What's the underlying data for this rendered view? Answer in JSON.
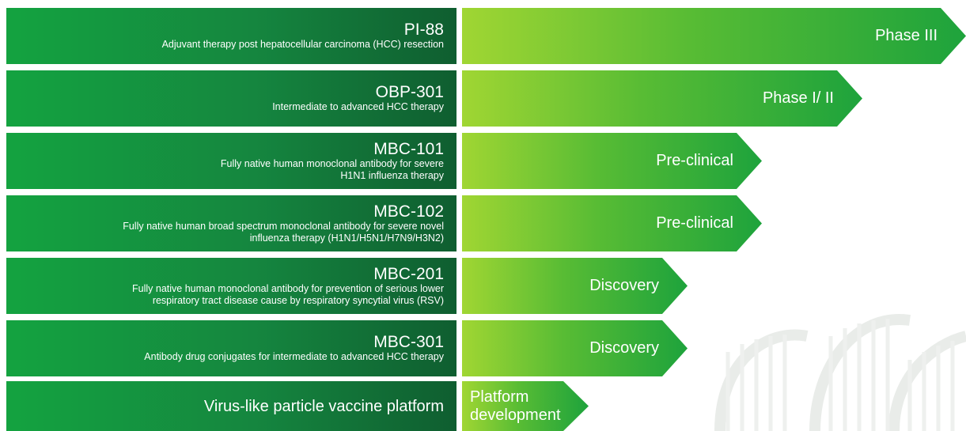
{
  "rows": [
    {
      "name": "PI-88",
      "description": [
        "Adjuvant therapy post hepatocellular carcinoma (HCC) resection"
      ],
      "phase": "Phase III"
    },
    {
      "name": "OBP-301",
      "description": [
        "Intermediate to advanced HCC therapy"
      ],
      "phase": "Phase I/ II"
    },
    {
      "name": "MBC-101",
      "description": [
        "Fully native human monoclonal antibody for  severe",
        "H1N1 influenza therapy"
      ],
      "phase": "Pre-clinical"
    },
    {
      "name": "MBC-102",
      "description": [
        "Fully native human broad spectrum  monoclonal antibody  for severe novel",
        "influenza therapy (H1N1/H5N1/H7N9/H3N2)"
      ],
      "phase": "Pre-clinical"
    },
    {
      "name": "MBC-201",
      "description": [
        "Fully native human  monoclonal antibody  for prevention of serious lower",
        "respiratory tract disease cause by respiratory syncytial virus (RSV)"
      ],
      "phase": "Discovery"
    },
    {
      "name": "MBC-301",
      "description": [
        "Antibody drug conjugates for intermediate to advanced HCC therapy"
      ],
      "phase": "Discovery"
    },
    {
      "name": "Virus-like particle vaccine platform",
      "description": [],
      "phase": [
        "Platform",
        "development"
      ]
    }
  ],
  "colors": {
    "label_green_light": "#14a340",
    "label_green_dark": "#0f5e30",
    "arrow_green_light": "#a0d633",
    "arrow_green_dark": "#1ea33c",
    "watermark": "#e9ece9"
  },
  "icons": {
    "watermark": "dna-watermark-icon"
  }
}
